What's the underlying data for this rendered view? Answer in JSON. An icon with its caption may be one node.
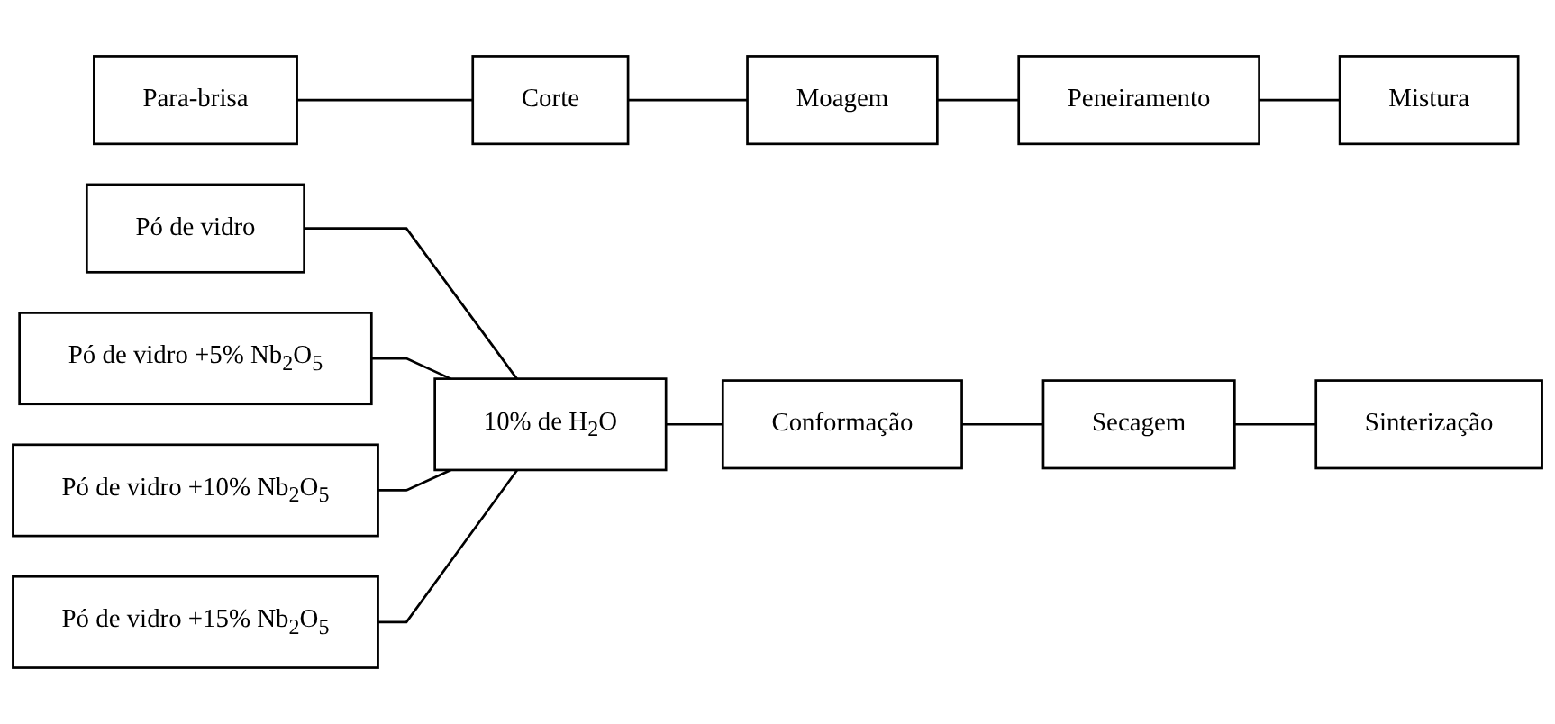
{
  "diagram": {
    "nodes": [
      {
        "text": [
          "Para-brisa"
        ]
      },
      {
        "text": [
          "Corte"
        ]
      },
      {
        "text": [
          "Moagem"
        ]
      },
      {
        "text": [
          "Peneiramento"
        ]
      },
      {
        "text": [
          "Mistura"
        ]
      },
      {
        "text": [
          "Pó de vidro"
        ]
      },
      {
        "text": [
          "Pó de vidro +5% Nb$_{2}$O$_{5}$"
        ]
      },
      {
        "text": [
          "Pó de vidro +10% Nb$_{2}$O$_{5}$"
        ]
      },
      {
        "text": [
          "Pó de vidro +15% Nb$_{2}$O$_{5}$"
        ]
      },
      {
        "text": [
          "10% de H$_{2}$O"
        ]
      },
      {
        "text": [
          "Conformação"
        ]
      },
      {
        "text": [
          "Secagem"
        ]
      },
      {
        "text": [
          "Sinterização"
        ]
      }
    ],
    "edges": [
      {
        "from": 0,
        "to": 1,
        "arrow": "none"
      },
      {
        "from": 1,
        "to": 2,
        "arrow": "none"
      },
      {
        "from": 2,
        "to": 3,
        "arrow": "none"
      },
      {
        "from": 3,
        "to": 4,
        "arrow": "none"
      },
      {
        "from": 5,
        "to": 9,
        "arrow": "none"
      },
      {
        "from": 6,
        "to": 9,
        "arrow": "none"
      },
      {
        "from": 7,
        "to": 9,
        "arrow": "none"
      },
      {
        "from": 8,
        "to": 9,
        "arrow": "none"
      },
      {
        "from": 9,
        "to": 10,
        "arrow": "none"
      },
      {
        "from": 10,
        "to": 11,
        "arrow": "none"
      },
      {
        "from": 11,
        "to": 12,
        "arrow": "none"
      }
    ]
  }
}
